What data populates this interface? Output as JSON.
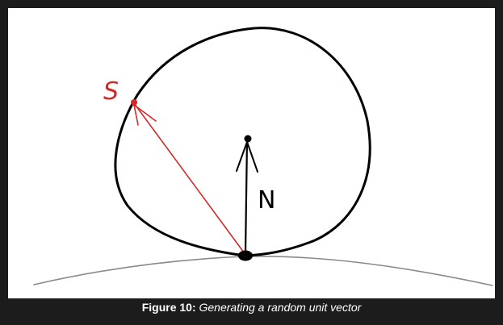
{
  "diagram": {
    "labels": {
      "s_point": "S",
      "normal": "N"
    },
    "colors": {
      "ink": "#000000",
      "red": "#d42828",
      "surface": "#8a8a8a",
      "page": "#ffffff",
      "frame": "#1c1c1c"
    }
  },
  "caption": {
    "label": "Figure 10:",
    "text": "Generating a random unit vector"
  }
}
